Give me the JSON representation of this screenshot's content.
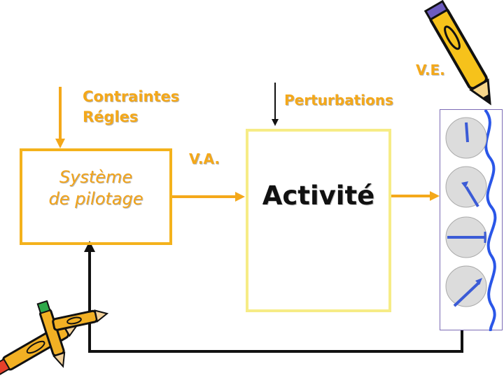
{
  "labels": {
    "contraintes_line1": "Contraintes",
    "contraintes_line2": "Régles",
    "perturbations": "Perturbations",
    "va": "V.A.",
    "ve": "V.E.",
    "systeme_line1": "Système",
    "systeme_line2": "de pilotage",
    "activite": "Activité"
  },
  "icons": [
    "pencil-icon",
    "crayons-icon",
    "gauge-icon"
  ],
  "colors": {
    "accent_orange": "#f4a81a",
    "activity_border": "#f6ec86",
    "gauge_fill": "#dcdcdc",
    "gauge_needle": "#3b5bd6",
    "panel_wave": "#2a56e8",
    "feedback_line": "#111111"
  }
}
